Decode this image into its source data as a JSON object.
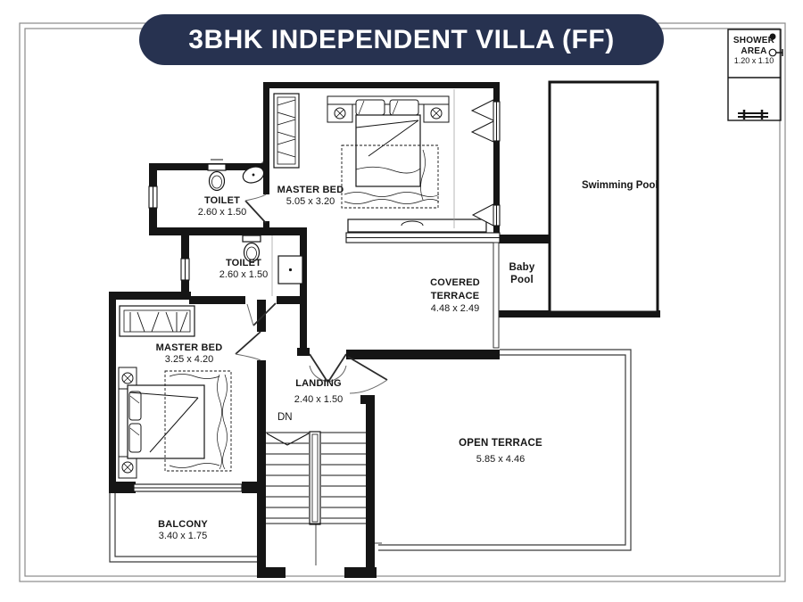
{
  "title": {
    "text": "3BHK INDEPENDENT VILLA (FF)"
  },
  "colors": {
    "banner": "#273250",
    "line": "#151515",
    "border_gray": "#8a8a8a"
  },
  "rooms": {
    "shower_area": {
      "line1": "SHOWER",
      "line2": "AREA",
      "dims": "1.20 x 1.10"
    },
    "swimming_pool": {
      "name": "Swimming Pool"
    },
    "baby_pool": {
      "line1": "Baby",
      "line2": "Pool"
    },
    "master_bed_1": {
      "name": "MASTER BED",
      "dims": "5.05 x 3.20"
    },
    "toilet_1": {
      "name": "TOILET",
      "dims": "2.60 x 1.50"
    },
    "toilet_2": {
      "name": "TOILET",
      "dims": "2.60 x 1.50"
    },
    "covered_terrace": {
      "line1": "COVERED",
      "line2": "TERRACE",
      "dims": "4.48 x 2.49"
    },
    "master_bed_2": {
      "name": "MASTER BED",
      "dims": "3.25 x 4.20"
    },
    "landing": {
      "name": "LANDING",
      "dims": "2.40 x 1.50",
      "direction": "DN"
    },
    "open_terrace": {
      "name": "OPEN TERRACE",
      "dims": "5.85 x 4.46"
    },
    "balcony": {
      "name": "BALCONY",
      "dims": "3.40 x 1.75"
    }
  }
}
